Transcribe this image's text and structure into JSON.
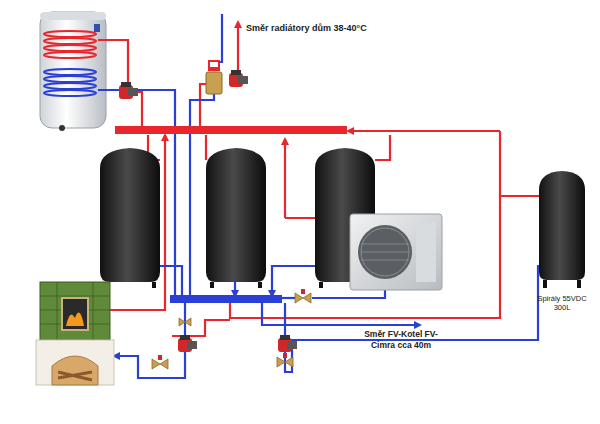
{
  "diagram": {
    "nodes": [
      {
        "text": [
          "Spirály 55VDC 300L"
        ]
      }
    ],
    "labels": [
      "Směr radiátory dům 38-40°C",
      "Směr FV-Kotel FV-Cimra cca 40m"
    ]
  }
}
